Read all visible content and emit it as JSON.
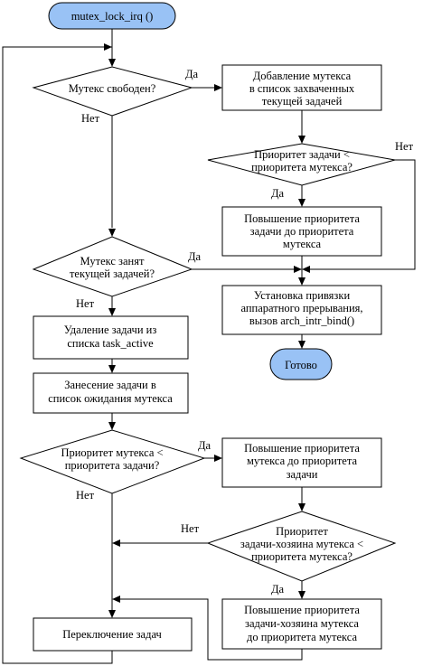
{
  "nodes": {
    "start": {
      "lines": [
        "mutex_lock_irq ()"
      ]
    },
    "mutex_free": {
      "lines": [
        "Мутекс свободен?"
      ]
    },
    "add_to_list": {
      "lines": [
        "Добавление мутекса",
        "в список захваченных",
        "текущей задачей"
      ]
    },
    "prio_check1": {
      "lines": [
        "Приоритет задачи <",
        "приоритета мутекса?"
      ]
    },
    "raise_task_prio": {
      "lines": [
        "Повышение приоритета",
        "задачи до приоритета",
        "мутекса"
      ]
    },
    "mutex_owned_by_current": {
      "lines": [
        "Мутекс занят",
        "текущей задачей?"
      ]
    },
    "bind_irq": {
      "lines": [
        "Установка привязки",
        "аппаратного прерывания,",
        "вызов arch_intr_bind()"
      ]
    },
    "done": {
      "lines": [
        "Готово"
      ]
    },
    "remove_task": {
      "lines": [
        "Удаление задачи из",
        "списка task_active"
      ]
    },
    "add_to_wait": {
      "lines": [
        "Занесение задачи в",
        "список ожидания мутекса"
      ]
    },
    "prio_check2": {
      "lines": [
        "Приоритет мутекса <",
        "приоритета задачи?"
      ]
    },
    "raise_mutex_prio": {
      "lines": [
        "Повышение приоритета",
        "мутекса до приоритета",
        "задачи"
      ]
    },
    "prio_check3": {
      "lines": [
        "Приоритет",
        "задачи-хозяина мутекса <",
        "приоритета мутекса?"
      ]
    },
    "raise_owner_prio": {
      "lines": [
        "Повышение приоритета",
        "задачи-хозяина мутекса",
        "до приоритета мутекса"
      ]
    },
    "switch_task": {
      "lines": [
        "Переключение задач"
      ]
    }
  },
  "edge_labels": {
    "mutex_free_yes": "Да",
    "mutex_free_no": "Нет",
    "prio1_yes": "Да",
    "prio1_no": "Нет",
    "owned_yes": "Да",
    "owned_no": "Нет",
    "prio2_yes": "Да",
    "prio2_no": "Нет",
    "prio3_yes": "Да",
    "prio3_no": "Нет"
  },
  "colors": {
    "terminal_fill": "#99c2f5",
    "stroke": "#000000",
    "background": "#ffffff"
  }
}
